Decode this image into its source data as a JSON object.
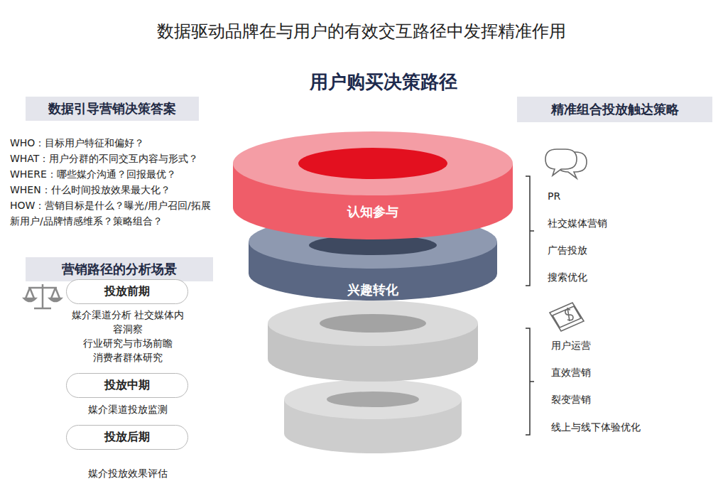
{
  "diagram": {
    "title": "数据驱动品牌在与用户的有效交互路径中发挥精准作用",
    "nodes": [
      {
        "text": [
          "数据引导营销决策答案"
        ]
      },
      {
        "text": [
          "营销路径的分析场景"
        ]
      },
      {
        "text": [
          "投放前期"
        ]
      },
      {
        "text": [
          "投放中期"
        ]
      },
      {
        "text": [
          "投放后期"
        ]
      },
      {
        "text": [
          "认知参与"
        ]
      },
      {
        "text": [
          "兴趣转化"
        ]
      },
      {
        "text": [
          "精准组合投放触达策略"
        ]
      }
    ],
    "labels": [
      "用户购买决策路径",
      "WHO：目标用户特征和偏好？",
      "WHAT：用户分群的不同交互内容与形式？",
      "WHERE：哪些媒介沟通？回报最优？",
      "WHEN：什么时间投放效果最大化？",
      "HOW：营销目标是什么？曝光/用户召回/拓展新用户/品牌情感维系？策略组合？",
      "媒介渠道分析 社交媒体内容洞察",
      "行业研究与市场前瞻",
      "消费者群体研究",
      "媒介渠道投放监测",
      "媒介投放效果评估",
      "PR",
      "社交媒体营销",
      "广告投放",
      "搜索优化",
      "用户运营",
      "直效营销",
      "裂变营销",
      "线上与线下体验优化"
    ]
  }
}
